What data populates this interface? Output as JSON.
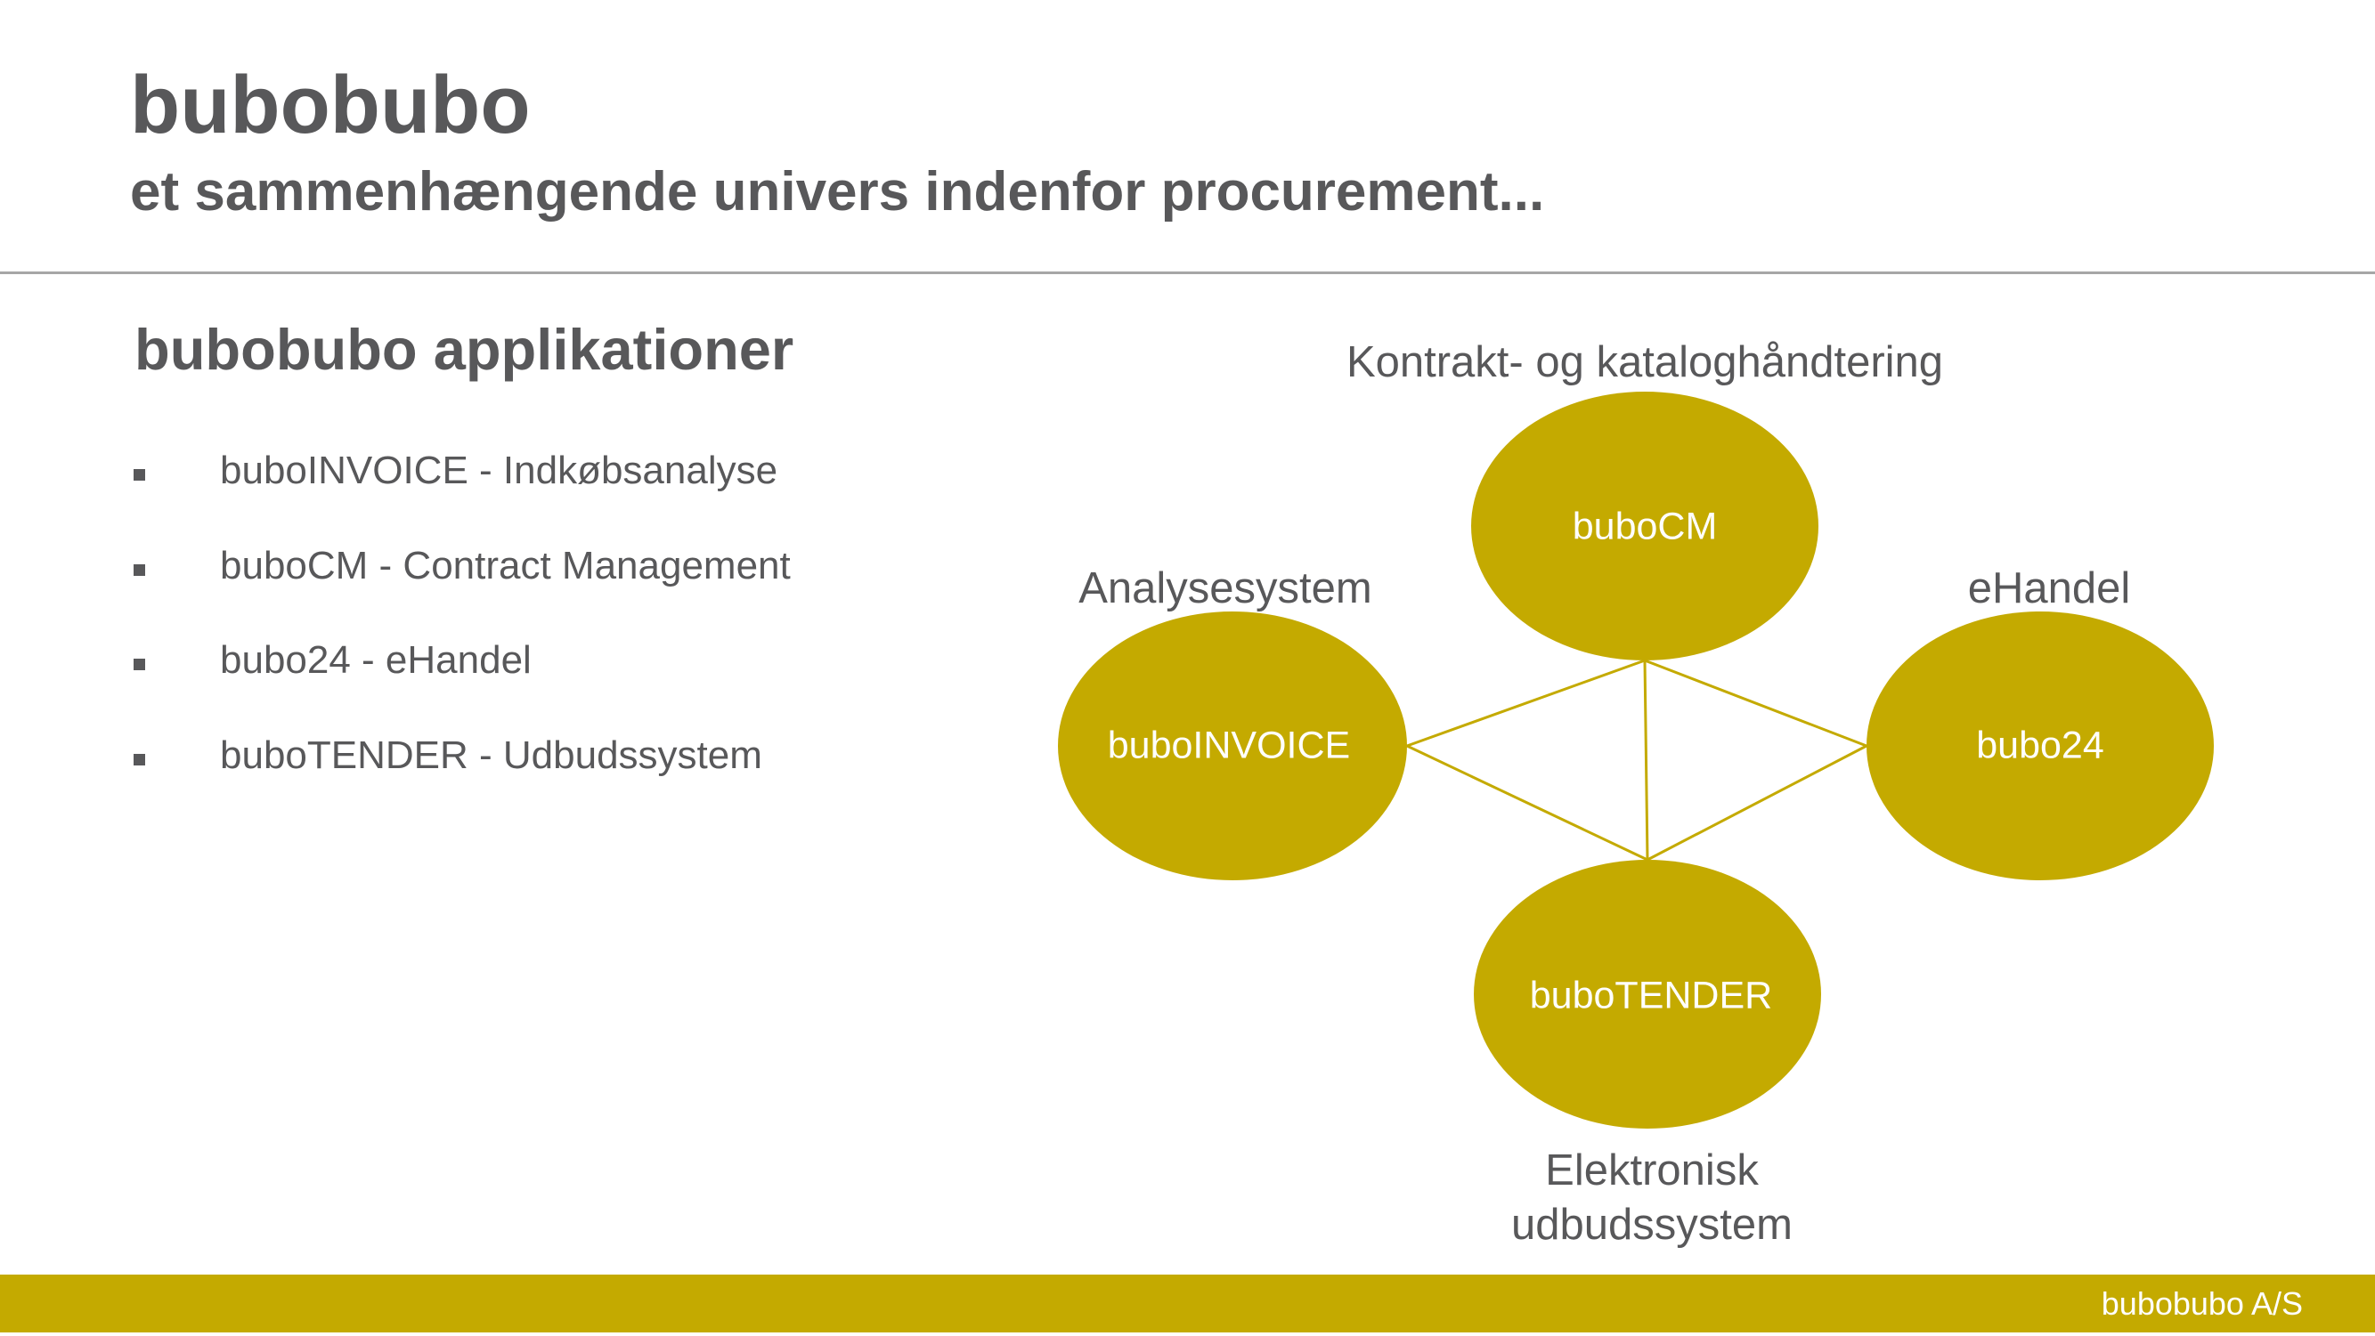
{
  "header": {
    "title": "bubobubo",
    "subtitle": "et sammenhængende univers indenfor procurement..."
  },
  "section": {
    "heading": "bubobubo applikationer",
    "items": [
      "buboINVOICE - Indkøbsanalyse",
      "buboCM - Contract Management",
      "bubo24 - eHandel",
      "buboTENDER - Udbudssystem"
    ]
  },
  "diagram": {
    "nodes": {
      "cm": "buboCM",
      "invoice": "buboINVOICE",
      "bubo24": "bubo24",
      "tender": "buboTENDER"
    },
    "captions": {
      "cm": "Kontrakt- og kataloghåndtering",
      "invoice": "Analysesystem",
      "bubo24": "eHandel",
      "tender_line1": "Elektronisk",
      "tender_line2": "udbudssystem"
    },
    "edges": [
      [
        "invoice",
        "cm"
      ],
      [
        "cm",
        "bubo24"
      ],
      [
        "bubo24",
        "tender"
      ],
      [
        "tender",
        "invoice"
      ],
      [
        "cm",
        "tender"
      ]
    ]
  },
  "footer": {
    "company": "bubobubo A/S"
  },
  "colors": {
    "accent": "#c4aa00",
    "text": "#58585a",
    "rule": "#a6a6a6"
  }
}
